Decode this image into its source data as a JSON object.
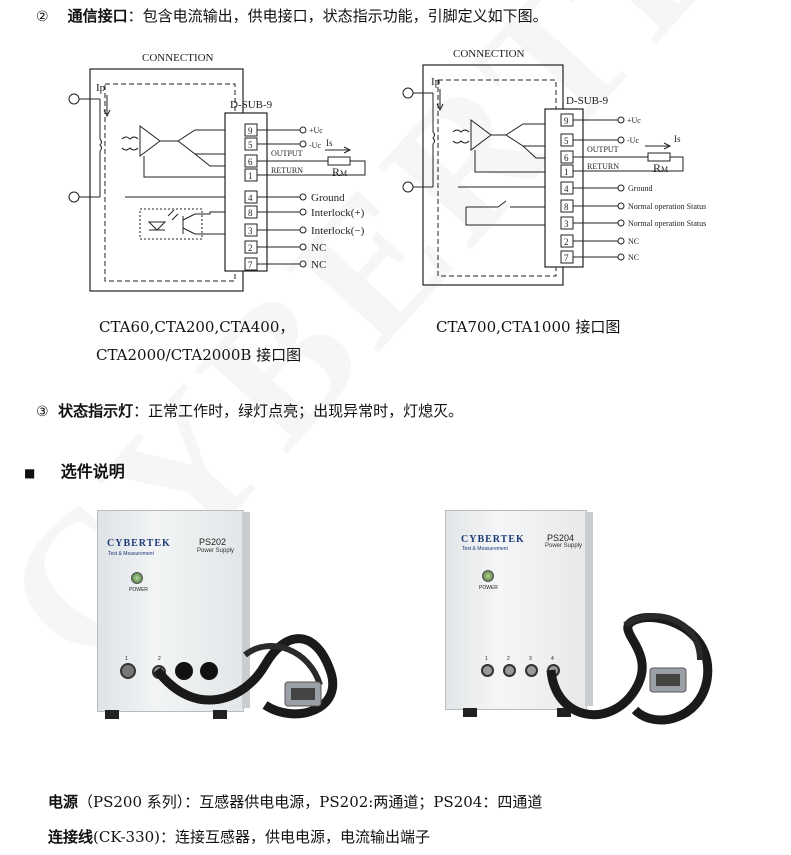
{
  "section2": {
    "num": "②",
    "title": "通信接口",
    "text": "：包含电流输出，供电接口，状态指示功能，引脚定义如下图。"
  },
  "diagram_left": {
    "connection": "CONNECTION",
    "ip": "Ip",
    "dsub": "D-SUB-9",
    "pins": [
      "9",
      "5",
      "6",
      "1",
      "4",
      "8",
      "3",
      "2",
      "7"
    ],
    "labels": {
      "uc_plus": "+Uc",
      "uc_minus": "-Uc",
      "output": "OUTPUT",
      "return": "RETURN",
      "is": "Is",
      "rm": "R",
      "rm_sub": "M",
      "ground": "Ground",
      "interlock_plus": "Interlock(+)",
      "interlock_minus": "Interlock(−)",
      "nc1": "NC",
      "nc2": "NC"
    },
    "caption1": "CTA60,CTA200,CTA400，",
    "caption2": "CTA2000/CTA2000B 接口图"
  },
  "diagram_right": {
    "connection": "CONNECTION",
    "ip": "Ip",
    "dsub": "D-SUB-9",
    "pins": [
      "9",
      "5",
      "6",
      "1",
      "4",
      "8",
      "3",
      "2",
      "7"
    ],
    "labels": {
      "uc_plus": "+Uc",
      "uc_minus": "-Uc",
      "output": "OUTPUT",
      "return": "RETURN",
      "is": "Is",
      "rm": "R",
      "rm_sub": "M",
      "ground": "Ground",
      "status1": "Normal operation Status",
      "status2": "Normal operation Status",
      "nc1": "NC",
      "nc2": "NC"
    },
    "caption": "CTA700,CTA1000  接口图"
  },
  "section3": {
    "num": "③",
    "title": "状态指示灯",
    "text": "：正常工作时，绿灯点亮；出现异常时，灯熄灭。"
  },
  "options": {
    "bullet": "■",
    "title": "选件说明"
  },
  "device1": {
    "brand": "CYBERTEK",
    "tag": "Test & Measurement",
    "model": "PS202",
    "sub": "Power Supply",
    "power": "POWER",
    "ports": [
      "1",
      "2"
    ]
  },
  "device2": {
    "brand": "CYBERTEK",
    "tag": "Test & Measurement",
    "model": "PS204",
    "sub": "Power Supply",
    "power": "POWER",
    "ports": [
      "1",
      "2",
      "3",
      "4"
    ]
  },
  "footer": {
    "line1_bold": "电源",
    "line1_text": "（PS200 系列）：互感器供电电源，PS202:两通道；PS204：四通道",
    "line2_bold": "连接线",
    "line2_text": "(CK-330)：连接互感器，供电电源，电流输出端子"
  },
  "watermark": "CYBERTEK"
}
